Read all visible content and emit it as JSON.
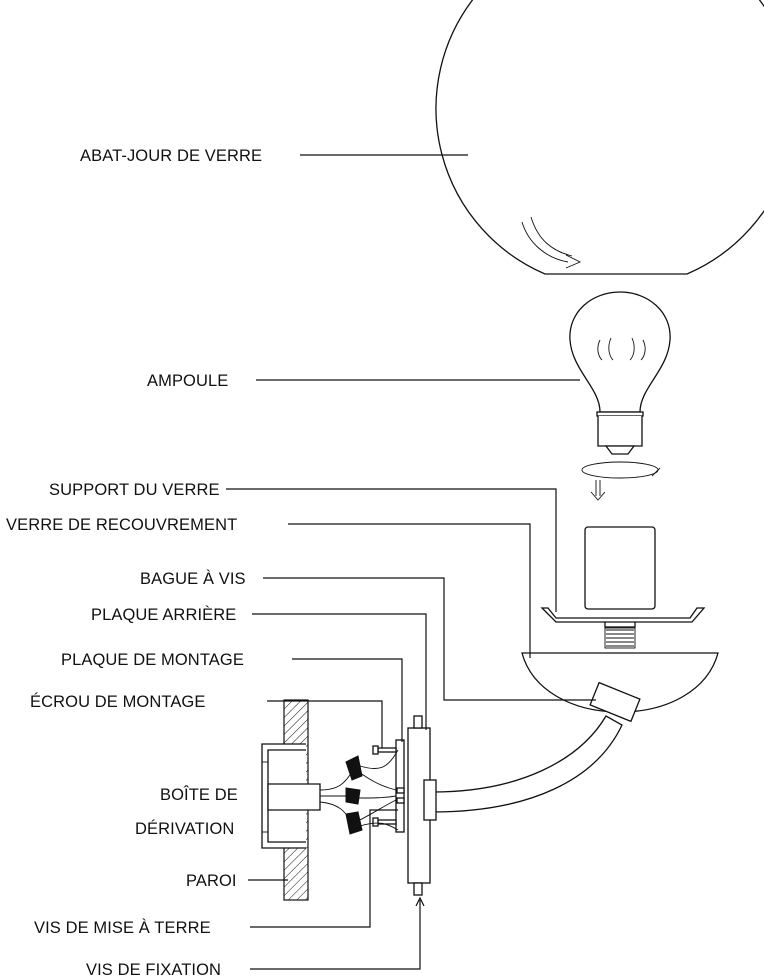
{
  "labels": {
    "glass_shade": "ABAT-JOUR DE VERRE",
    "bulb": "AMPOULE",
    "glass_holder": "SUPPORT DU VERRE",
    "cover_glass": "VERRE DE RECOUVREMENT",
    "screw_ring": "BAGUE À VIS",
    "back_plate": "PLAQUE ARRIÈRE",
    "mounting_plate": "PLAQUE DE MONTAGE",
    "mounting_nut": "ÉCROU DE MONTAGE",
    "junction_box_line1": "BOÎTE DE",
    "junction_box_line2": "DÉRIVATION",
    "wall": "PAROI",
    "ground_screw": "VIS DE MISE À TERRE",
    "fixing_screw": "VIS DE FIXATION"
  }
}
